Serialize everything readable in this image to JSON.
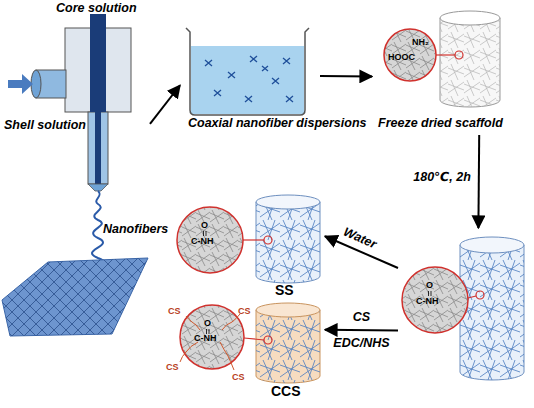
{
  "diagram": {
    "nodes": [
      {
        "text": [
          "Core solution",
          "Shell solution",
          "Nanofibers"
        ]
      },
      {
        "text": [
          "Coaxial nanofiber dispersions"
        ]
      },
      {
        "text": [
          "Freeze dried scaffold",
          "HOOC",
          "NH₂"
        ]
      },
      {
        "text": [
          "O",
          "C-NH"
        ]
      },
      {
        "text": [
          "SS",
          "O",
          "C-NH"
        ]
      },
      {
        "text": [
          "CCS",
          "O",
          "C-NH",
          "CS",
          "CS",
          "CS",
          "CS"
        ]
      }
    ],
    "edges": [
      {
        "from": 0,
        "to": 1,
        "arrow": "to"
      },
      {
        "from": 1,
        "to": 2,
        "arrow": "to"
      },
      {
        "from": 2,
        "to": 3,
        "label": "180℃, 2h",
        "arrow": "to"
      },
      {
        "from": 3,
        "to": 4,
        "label": "Water",
        "arrow": "to"
      },
      {
        "from": 3,
        "to": 5,
        "label": "CS EDC/NHS",
        "arrow": "to"
      }
    ]
  }
}
